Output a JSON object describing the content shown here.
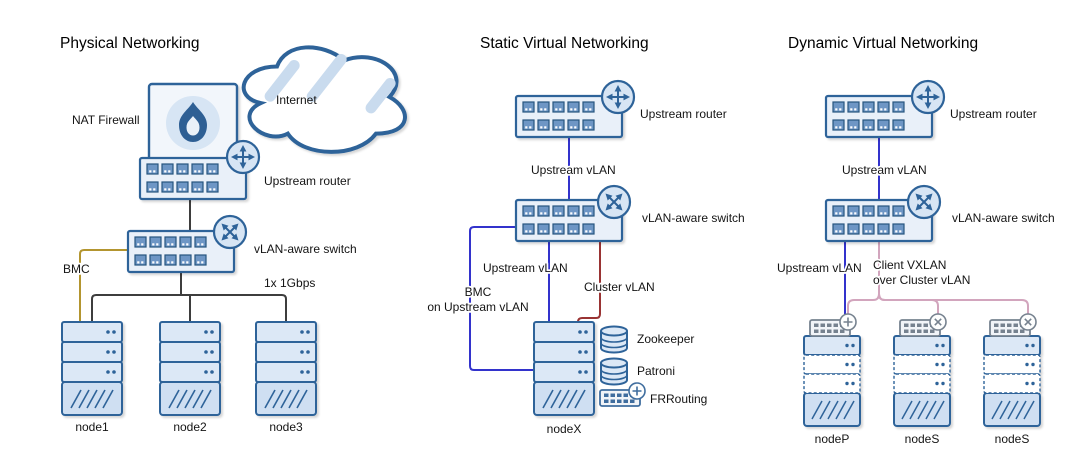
{
  "sections": {
    "physical": {
      "title": "Physical Networking",
      "labels": {
        "internet": "Internet",
        "nat_firewall": "NAT Firewall",
        "upstream_router": "Upstream router",
        "vlan_switch": "vLAN-aware switch",
        "bmc": "BMC",
        "link_speed": "1x 1Gbps"
      },
      "nodes": [
        "node1",
        "node2",
        "node3"
      ]
    },
    "static": {
      "title": "Static Virtual Networking",
      "labels": {
        "upstream_router": "Upstream router",
        "upstream_vlan_top": "Upstream vLAN",
        "vlan_switch": "vLAN-aware switch",
        "upstream_vlan_bottom": "Upstream vLAN",
        "cluster_vlan": "Cluster vLAN",
        "bmc_line1": "BMC",
        "bmc_line2": "on Upstream vLAN"
      },
      "services": [
        "Zookeeper",
        "Patroni",
        "FRRouting"
      ],
      "node": "nodeX"
    },
    "dynamic": {
      "title": "Dynamic Virtual Networking",
      "labels": {
        "upstream_router": "Upstream router",
        "upstream_vlan_top": "Upstream vLAN",
        "vlan_switch": "vLAN-aware switch",
        "upstream_vlan_bottom": "Upstream vLAN",
        "client_vxlan_line1": "Client VXLAN",
        "client_vxlan_line2": "over Cluster vLAN"
      },
      "nodes": [
        "nodeP",
        "nodeS",
        "nodeS"
      ]
    }
  },
  "colors": {
    "shape_stroke": "#2e6399",
    "shape_fill": "#dce8f6",
    "physical_link": "#3d3d3d",
    "bmc_link": "#b3952f",
    "upstream_vlan_link": "#3333cc",
    "cluster_vlan_link": "#993333",
    "client_vxlan_link": "#d2a5bd"
  },
  "icons": {
    "internet": "cloud",
    "nat_firewall": "flame-roundel",
    "router": "circle-cross-arrows",
    "switch": "circle-diagonal-arrows",
    "server": "rack-server-hatched",
    "database": "cylinder",
    "bridge": "port-strip"
  }
}
